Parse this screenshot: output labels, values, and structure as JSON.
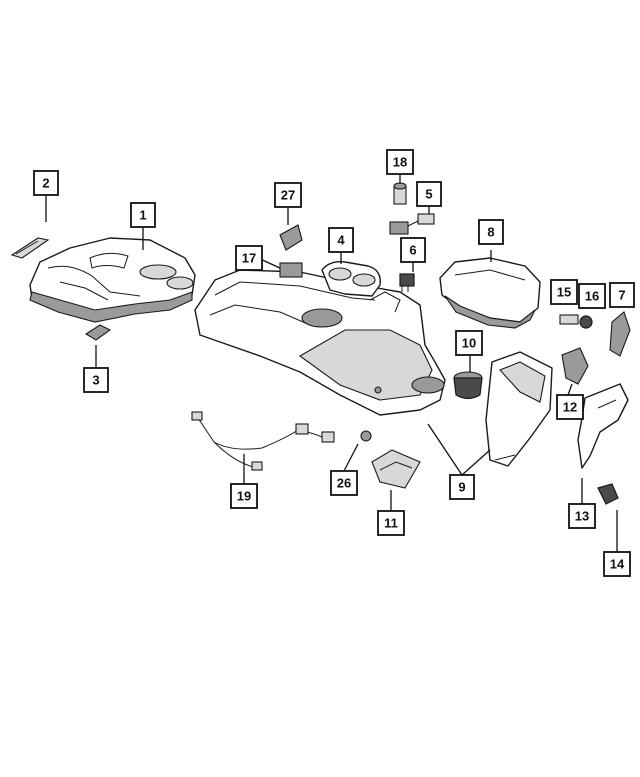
{
  "callouts": [
    {
      "id": "1",
      "label": "1"
    },
    {
      "id": "2",
      "label": "2"
    },
    {
      "id": "3",
      "label": "3"
    },
    {
      "id": "4",
      "label": "4"
    },
    {
      "id": "5",
      "label": "5"
    },
    {
      "id": "6",
      "label": "6"
    },
    {
      "id": "7",
      "label": "7"
    },
    {
      "id": "8",
      "label": "8"
    },
    {
      "id": "9",
      "label": "9"
    },
    {
      "id": "10",
      "label": "10"
    },
    {
      "id": "11",
      "label": "11"
    },
    {
      "id": "12",
      "label": "12"
    },
    {
      "id": "13",
      "label": "13"
    },
    {
      "id": "14",
      "label": "14"
    },
    {
      "id": "15",
      "label": "15"
    },
    {
      "id": "16",
      "label": "16"
    },
    {
      "id": "17",
      "label": "17"
    },
    {
      "id": "18",
      "label": "18"
    },
    {
      "id": "19",
      "label": "19"
    },
    {
      "id": "26",
      "label": "26"
    },
    {
      "id": "27",
      "label": "27"
    }
  ]
}
